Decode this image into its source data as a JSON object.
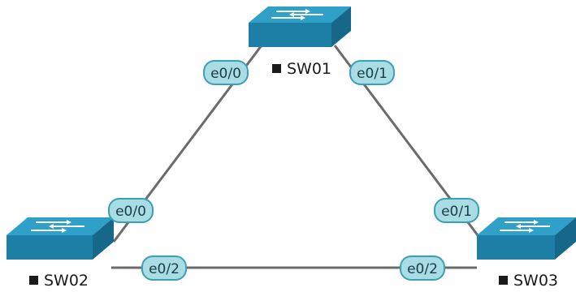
{
  "colors": {
    "link": "#6b6b6b",
    "switch_top": "#2fa0c8",
    "switch_front": "#1d7fa6",
    "switch_side": "#16678a",
    "switch_arrow": "#ffffff",
    "port_fill": "#a9dde6",
    "port_stroke": "#3c9fb5",
    "label_square": "#1a1a1a"
  },
  "nodes": [
    {
      "id": "sw01",
      "label": "SW01"
    },
    {
      "id": "sw02",
      "label": "SW02"
    },
    {
      "id": "sw03",
      "label": "SW03"
    }
  ],
  "links": [
    {
      "id": "sw01-sw02",
      "a": "sw01",
      "b": "sw02",
      "a_port": "e0/0",
      "b_port": "e0/0"
    },
    {
      "id": "sw01-sw03",
      "a": "sw01",
      "b": "sw03",
      "a_port": "e0/1",
      "b_port": "e0/1"
    },
    {
      "id": "sw02-sw03",
      "a": "sw02",
      "b": "sw03",
      "a_port": "e0/2",
      "b_port": "e0/2"
    }
  ]
}
